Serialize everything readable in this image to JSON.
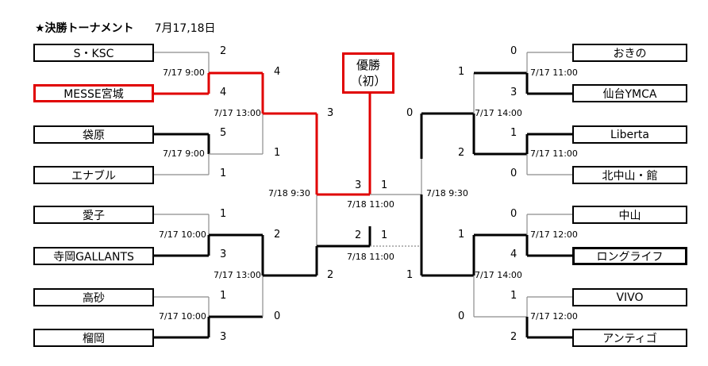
{
  "header": {
    "title": "★決勝トーナメント",
    "dates": "7月17,18日"
  },
  "champion": {
    "label": "優勝",
    "note": "（初）"
  },
  "left_teams": [
    {
      "name": "S・KSC"
    },
    {
      "name": "MESSE宮城"
    },
    {
      "name": "袋原"
    },
    {
      "name": "エナブル"
    },
    {
      "name": "愛子"
    },
    {
      "name": "寺岡GALLANTS"
    },
    {
      "name": "高砂"
    },
    {
      "name": "榴岡"
    }
  ],
  "right_teams": [
    {
      "name": "おきの"
    },
    {
      "name": "仙台YMCA"
    },
    {
      "name": "Liberta"
    },
    {
      "name": "北中山・館"
    },
    {
      "name": "中山"
    },
    {
      "name": "ロングライフ"
    },
    {
      "name": "VIVO"
    },
    {
      "name": "アンティゴ"
    }
  ],
  "scores": {
    "l_r1_m1": [
      "2",
      "4"
    ],
    "l_r1_m2": [
      "5",
      "1"
    ],
    "l_r1_m3": [
      "1",
      "3"
    ],
    "l_r1_m4": [
      "1",
      "3"
    ],
    "l_r2_m1": [
      "4",
      "1"
    ],
    "l_r2_m2": [
      "2",
      "0"
    ],
    "l_r3": [
      "3",
      "2"
    ],
    "r_r1_m1": [
      "0",
      "3"
    ],
    "r_r1_m2": [
      "1",
      "0"
    ],
    "r_r1_m3": [
      "0",
      "4"
    ],
    "r_r1_m4": [
      "1",
      "2"
    ],
    "r_r2_m1": [
      "1",
      "2"
    ],
    "r_r2_m2": [
      "1",
      "0"
    ],
    "r_r3": [
      "0",
      "1"
    ],
    "final": [
      "3",
      "1"
    ],
    "third": [
      "2",
      "1"
    ]
  },
  "times": {
    "l_r1_m1": "7/17 9:00",
    "l_r1_m2": "7/17 9:00",
    "l_r1_m3": "7/17 10:00",
    "l_r1_m4": "7/17 10:00",
    "l_r2_m1": "7/17 13:00",
    "l_r2_m2": "7/17 13:00",
    "l_r3": "7/18 9:30",
    "r_r1_m1": "7/17 11:00",
    "r_r1_m2": "7/17 11:00",
    "r_r1_m3": "7/17 12:00",
    "r_r1_m4": "7/17 12:00",
    "r_r2_m1": "7/17 14:00",
    "r_r2_m2": "7/17 14:00",
    "r_r3": "7/18 9:30",
    "final": "7/18 11:00",
    "third": "7/18 11:00"
  },
  "colors": {
    "champion_path": "#e00000",
    "winner_path": "#000000",
    "loser_path": "#8c8c8c"
  }
}
